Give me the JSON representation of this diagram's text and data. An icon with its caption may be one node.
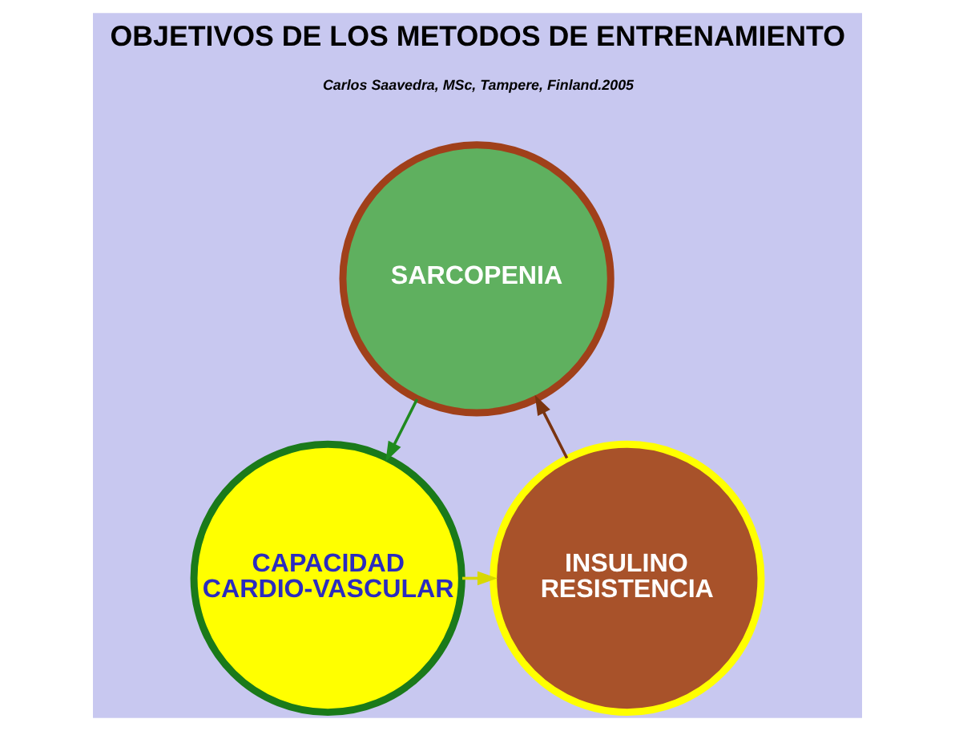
{
  "diagram": {
    "title": "OBJETIVOS DE LOS METODOS DE ENTRENAMIENTO",
    "nodes": [
      {
        "text": [
          "SARCOPENIA"
        ]
      },
      {
        "text": [
          "CAPACIDAD CARDIO-VASCULAR"
        ]
      },
      {
        "text": [
          "INSULINO RESISTENCIA"
        ]
      }
    ],
    "edges": [
      {
        "from": 0,
        "to": 1,
        "arrow": "to",
        "color": "#1f8a1f"
      },
      {
        "from": 2,
        "to": 0,
        "arrow": "to",
        "color": "#7a3410"
      },
      {
        "from": 1,
        "to": 2,
        "arrow": "to",
        "color": "#d8d800"
      }
    ],
    "labels": [
      "Carlos Saavedra, MSc, Tampere, Finland.2005"
    ]
  }
}
